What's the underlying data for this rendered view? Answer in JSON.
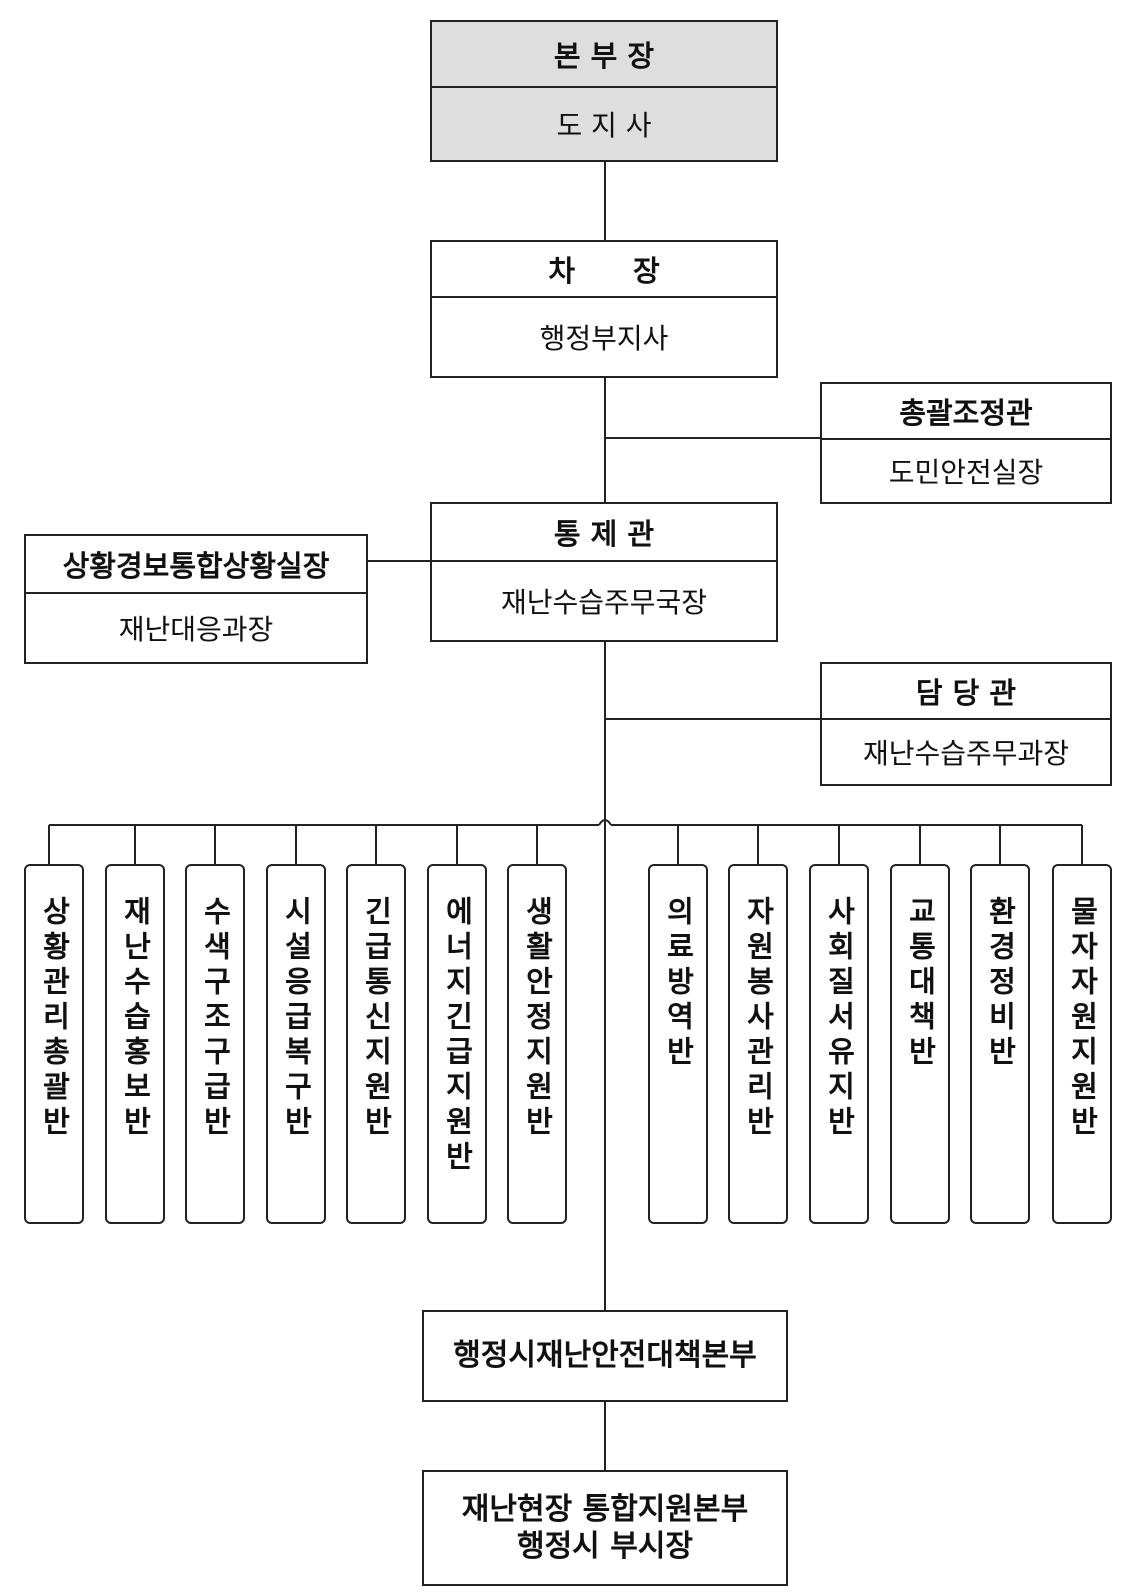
{
  "headquarters": {
    "title": "본 부 장",
    "holder": "도 지 사"
  },
  "deputy": {
    "title": "차　　장",
    "holder": "행정부지사"
  },
  "general_coordinator": {
    "title": "총괄조정관",
    "holder": "도민안전실장"
  },
  "controller": {
    "title": "통 제 관",
    "holder": "재난수습주무국장"
  },
  "situation_office": {
    "title": "상황경보통합상황실장",
    "holder": "재난대응과장"
  },
  "officer_in_charge": {
    "title": "담 당 관",
    "holder": "재난수습주무과장"
  },
  "units": [
    "상황관리총괄반",
    "재난수습홍보반",
    "수색구조구급반",
    "시설응급복구반",
    "긴급통신지원반",
    "에너지긴급지원반",
    "생활안정지원반",
    "의료방역반",
    "자원봉사관리반",
    "사회질서유지반",
    "교통대책반",
    "환경정비반",
    "물자자원지원반"
  ],
  "city_hq": {
    "title": "행정시재난안전대책본부"
  },
  "field_hq": {
    "line1": "재난현장 통합지원본부",
    "line2": "행정시 부시장"
  }
}
